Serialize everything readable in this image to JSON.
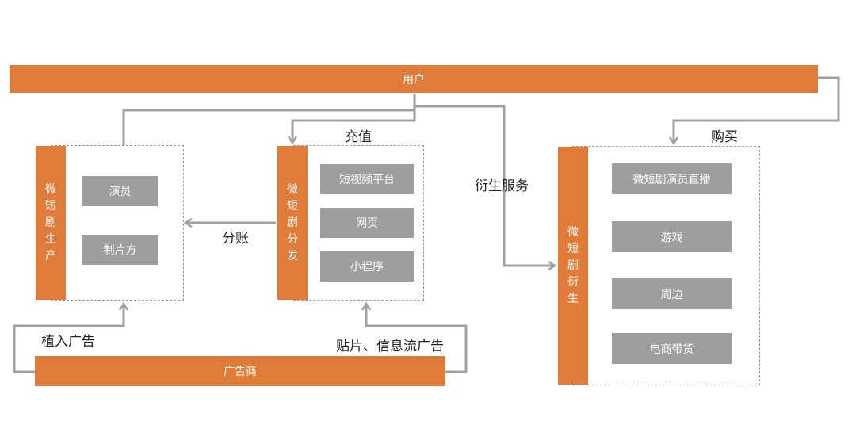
{
  "top_bar": {
    "label": "用户"
  },
  "production": {
    "title_chars": [
      "微",
      "短",
      "剧",
      "生",
      "产"
    ],
    "items": [
      "演员",
      "制片方"
    ]
  },
  "distribution": {
    "title_chars": [
      "微",
      "短",
      "剧",
      "分",
      "发"
    ],
    "items": [
      "短视频平台",
      "网页",
      "小程序"
    ]
  },
  "derivative": {
    "title_chars": [
      "微",
      "短",
      "剧",
      "衍",
      "生"
    ],
    "items": [
      "微短剧演员直播",
      "游戏",
      "周边",
      "电商带货"
    ]
  },
  "advertiser": {
    "label": "广告商"
  },
  "edge_labels": {
    "recharge": "充值",
    "purchase": "购买",
    "derivative_service": "衍生服务",
    "revenue_share": "分账",
    "product_placement": "植入广告",
    "patch_feed_ads": "贴片、信息流广告"
  },
  "colors": {
    "accent": "#e07b39",
    "item_gray": "#9e9e9e",
    "line_gray": "#a0a0a0"
  }
}
